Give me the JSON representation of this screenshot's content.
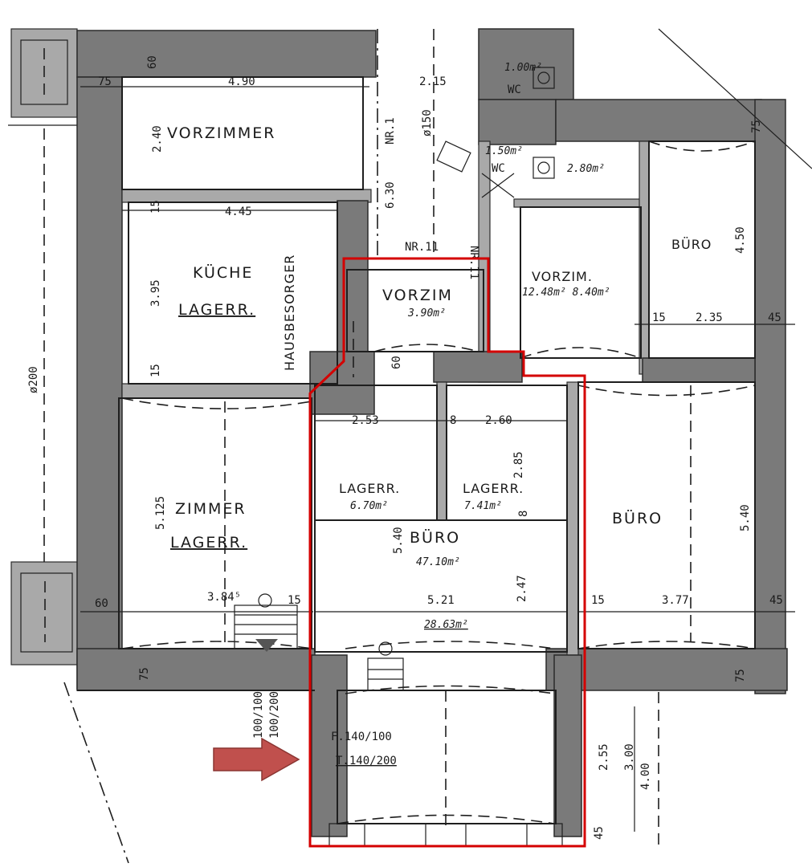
{
  "rooms": {
    "vorzimmer_left": "VORZIMMER",
    "kueche": "KÜCHE",
    "lagerr_kueche": "LAGERR.",
    "hausbesorger": "HAUSBESORGER",
    "zimmer": "ZIMMER",
    "lagerr_zimmer": "LAGERR.",
    "vorzim_center": "VORZIM",
    "vorzim_right": "VORZIM.",
    "buero_top_right": "BÜRO",
    "lagerr_a": "LAGERR.",
    "lagerr_b": "LAGERR.",
    "buero_center": "BÜRO",
    "buero_right": "BÜRO",
    "wc_top": "WC",
    "wc_mid": "WC",
    "nr1": "NR.1",
    "nr2": "NR.11",
    "nr2_vertical": "NR.11"
  },
  "areas": {
    "wc_top": "1.00m²",
    "wc_mid": "1.50m²",
    "small_room": "2.80m²",
    "vorzim_center": "3.90m²",
    "vorzim_right": "12.48m²  8.40m²",
    "lagerr_a": "6.70m²",
    "lagerr_b": "7.41m²",
    "buero_center": "47.10m²",
    "buero_lower": "28.63m²"
  },
  "dimensions": {
    "top_75": "75",
    "top_60": "60",
    "top_490": "4.90",
    "top_215": "2.15",
    "dia_150": "ø150",
    "v_240": "2.40",
    "v_630": "6.30",
    "w_445": "4.45",
    "v_15a": "15",
    "v_395": "3.95",
    "v_15b": "15",
    "d_200": "ø200",
    "v_5125": "5.125",
    "h_60": "60",
    "h_3845": "3.84⁵",
    "h_15": "15",
    "h_253": "2.53",
    "h_8": "8",
    "h_260": "2.60",
    "v_285": "2.85",
    "v_540a": "5.40",
    "v_247": "2.47",
    "h_521": "5.21",
    "v_8": "8",
    "v_60": "60",
    "r_75": "75",
    "r_450": "4.50",
    "r_15": "15",
    "r_235": "2.35",
    "r_45": "45",
    "r_540": "5.40",
    "r_15b": "15",
    "r_377": "3.77",
    "r_45b": "45",
    "b_75a": "75",
    "b_75b": "75",
    "b_100": "100/100",
    "b_200": "100/200",
    "win": "F.140/100",
    "door": "T.140/200",
    "b_255": "2.55",
    "b_300": "3.00",
    "b_400": "4.00",
    "b_45": "45"
  },
  "colors": {
    "highlight": "#d40000",
    "arrow": "#c0504d",
    "wall": "#7a7a7a"
  }
}
